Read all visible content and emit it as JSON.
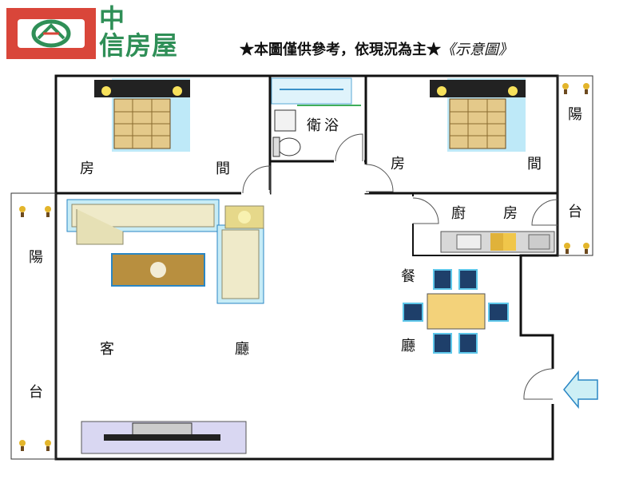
{
  "header": {
    "brand_line1": "中",
    "brand_line2": "信房屋",
    "notice": "★本圖僅供參考，依現況為主★",
    "notice_tag": "《示意圖》",
    "colors": {
      "logo_red": "#d9463a",
      "brand_green": "#2f8f57"
    }
  },
  "rooms": {
    "bedroom_left_a": "房",
    "bedroom_left_b": "間",
    "bathroom": "衛浴",
    "bedroom_right_a": "房",
    "bedroom_right_b": "間",
    "kitchen_a": "廚",
    "kitchen_b": "房",
    "balcony_right_a": "陽",
    "balcony_right_b": "台",
    "balcony_left_a": "陽",
    "balcony_left_b": "台",
    "living_a": "客",
    "living_b": "廳",
    "dining_a": "餐",
    "dining_b": "廳"
  },
  "icons": {
    "entrance": "entrance-arrow-icon",
    "logo": "house-logo-icon"
  }
}
